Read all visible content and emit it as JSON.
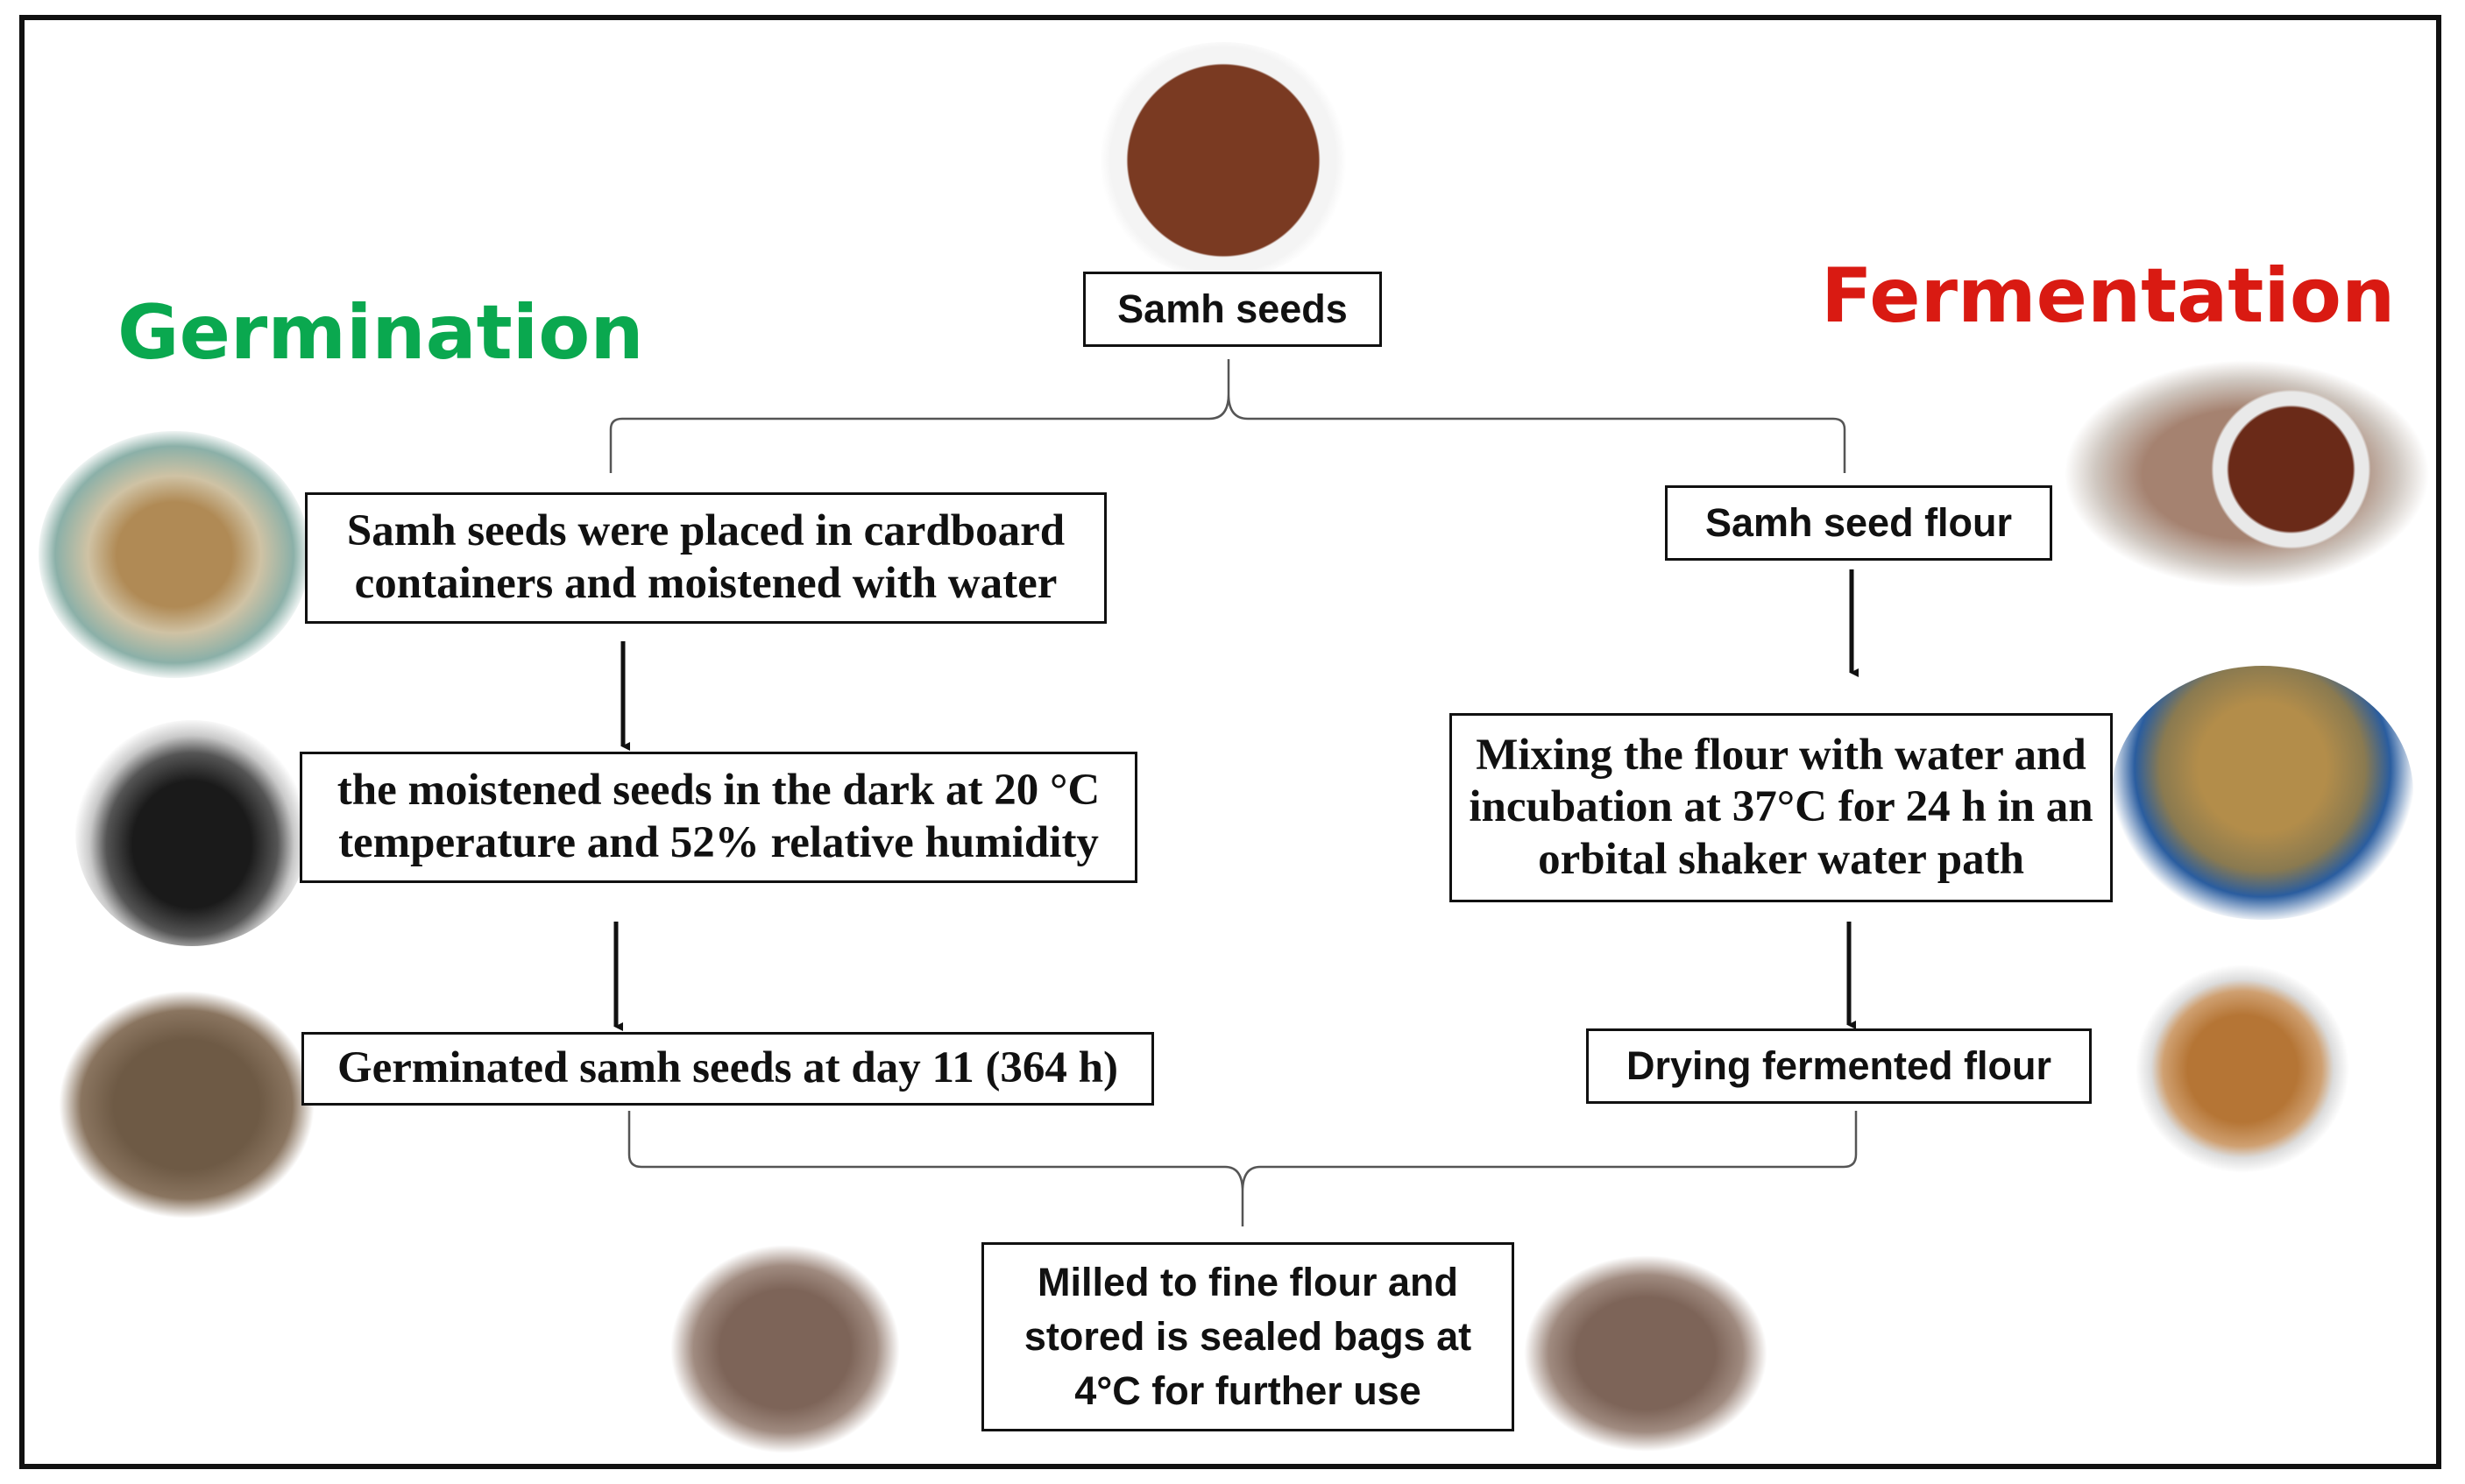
{
  "headings": {
    "germination": "Germination",
    "fermentation": "Fermentation"
  },
  "colors": {
    "germination": "#0aa84f",
    "fermentation": "#d91a12",
    "outline": "#111111"
  },
  "nodes": {
    "samh_seeds": "Samh seeds",
    "germination_step1": "Samh seeds were placed in cardboard containers and moistened with water",
    "germination_step2": "the moistened seeds in the dark at 20 °C temperature and 52% relative humidity",
    "germination_step3": "Germinated samh seeds at day 11 (364 h)",
    "fermentation_step1": "Samh seed flour",
    "fermentation_step2": "Mixing the flour with water and incubation at 37°C for 24 h in an orbital shaker water path",
    "fermentation_step3": "Drying fermented flour",
    "final_step": "Milled to fine flour and stored is sealed bags at 4°C for further use"
  }
}
